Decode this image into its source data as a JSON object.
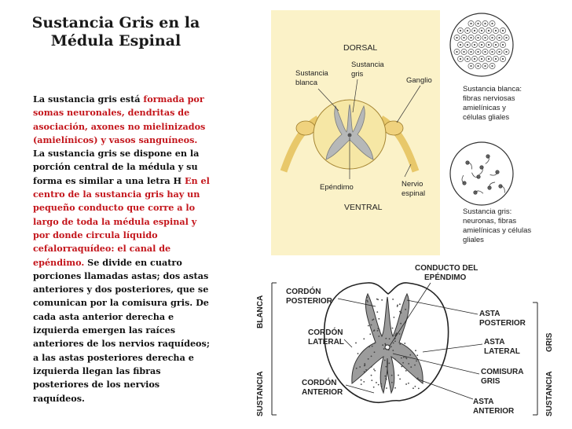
{
  "title": {
    "line1": "Sustancia Gris en la",
    "line2": "Médula Espinal"
  },
  "body": {
    "p1": "La sustancia gris está ",
    "p2": "formada por somas neuronales, dendritas de asociación, axones no mielinizados (amielínicos) y vasos sanguíneos.",
    "p3": " La sustancia gris se dispone en la porción central de la médula y su forma es similar a una letra H ",
    "p4": "En el centro de la sustancia gris hay un pequeño conducto que corre a lo largo de toda la médula espinal y por donde circula líquido cefalorraquídeo: el canal de epéndimo.",
    "p5": " Se divide en cuatro porciones llamadas astas; dos astas anteriores y dos posteriores, que se comunican por la comisura gris. De cada asta anterior derecha e izquierda emergen las raíces anteriores de los nervios raquídeos; a las astas posteriores derecha e izquierda llegan las fibras posteriores de los nervios raquídeos."
  },
  "figure1": {
    "dorsal": "DORSAL",
    "ventral": "VENTRAL",
    "sust_blanca_1": "Sustancia",
    "sust_blanca_2": "blanca",
    "sust_gris_1": "Sustancia",
    "sust_gris_2": "gris",
    "ganglio": "Ganglio",
    "ependimo": "Epéndimo",
    "nervio_1": "Nervio",
    "nervio_2": "espinal",
    "blanca_desc_1": "Sustancia blanca:",
    "blanca_desc_2": "fibras nerviosas",
    "blanca_desc_3": "amielínicas y",
    "blanca_desc_4": "células gliales",
    "gris_desc_1": "Sustancia gris:",
    "gris_desc_2": "neuronas, fibras",
    "gris_desc_3": "amielínicas y células",
    "gris_desc_4": "gliales"
  },
  "figure2": {
    "conducto_1": "CONDUCTO DEL",
    "conducto_2": "EPÉNDIMO",
    "cordon_post_1": "CORDÓN",
    "cordon_post_2": "POSTERIOR",
    "cordon_lat_1": "CORDÓN",
    "cordon_lat_2": "LATERAL",
    "cordon_ant_1": "CORDÓN",
    "cordon_ant_2": "ANTERIOR",
    "asta_post_1": "ASTA",
    "asta_post_2": "POSTERIOR",
    "asta_lat_1": "ASTA",
    "asta_lat_2": "LATERAL",
    "comisura_1": "COMISURA",
    "comisura_2": "GRIS",
    "asta_ant_1": "ASTA",
    "asta_ant_2": "ANTERIOR",
    "side_left_1": "SUSTANCIA",
    "side_left_2": "BLANCA",
    "side_right_1": "SUSTANCIA",
    "side_right_2": "GRIS"
  }
}
